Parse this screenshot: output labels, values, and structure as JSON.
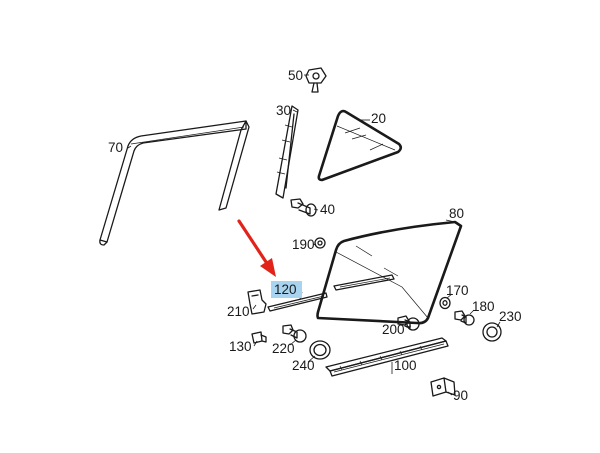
{
  "labels": {
    "p20": "20",
    "p30": "30",
    "p40": "40",
    "p50": "50",
    "p70": "70",
    "p80": "80",
    "p90": "90",
    "p100": "100",
    "p120": "120",
    "p130": "130",
    "p170": "170",
    "p180": "180",
    "p190": "190",
    "p200": "200",
    "p210": "210",
    "p220": "220",
    "p230": "230",
    "p240": "240"
  },
  "highlight": {
    "part": "120",
    "color": "#a8d4f0"
  },
  "arrow": {
    "color": "#e2231a"
  }
}
